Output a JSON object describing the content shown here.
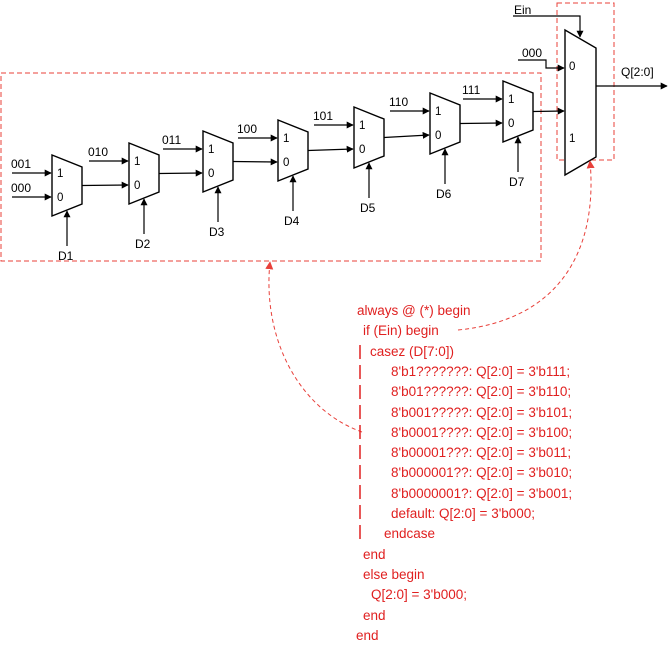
{
  "colors": {
    "wire": "#000000",
    "annotation": "#e8403a",
    "code": "#e02020"
  },
  "top_mux": {
    "enable_label": "Ein",
    "input0_value": "000",
    "pin0": "0",
    "pin1": "1",
    "output_label": "Q[2:0]"
  },
  "chain": [
    {
      "in1": "001",
      "in0": "000",
      "select": "D1",
      "pin1": "1",
      "pin0": "0"
    },
    {
      "in1": "010",
      "select": "D2",
      "pin1": "1",
      "pin0": "0"
    },
    {
      "in1": "011",
      "select": "D3",
      "pin1": "1",
      "pin0": "0"
    },
    {
      "in1": "100",
      "select": "D4",
      "pin1": "1",
      "pin0": "0"
    },
    {
      "in1": "101",
      "select": "D5",
      "pin1": "1",
      "pin0": "0"
    },
    {
      "in1": "110",
      "select": "D6",
      "pin1": "1",
      "pin0": "0"
    },
    {
      "in1": "111",
      "select": "D7",
      "pin1": "1",
      "pin0": "0"
    }
  ],
  "code": [
    "always @ (*) begin",
    "if (Ein) begin",
    "casez (D[7:0])",
    "8'b1???????: Q[2:0] = 3'b111;",
    "8'b01??????: Q[2:0] = 3'b110;",
    "8'b001?????: Q[2:0] = 3'b101;",
    "8'b0001????: Q[2:0] = 3'b100;",
    "8'b00001???: Q[2:0] = 3'b011;",
    "8'b000001??: Q[2:0] = 3'b010;",
    "8'b0000001?: Q[2:0] = 3'b001;",
    "default: Q[2:0] = 3'b000;",
    "endcase",
    "end",
    "else begin",
    "Q[2:0] = 3'b000;",
    "end",
    "end"
  ]
}
